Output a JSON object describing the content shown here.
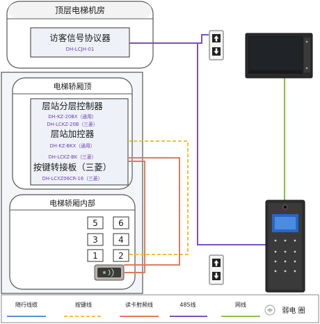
{
  "machine_room": {
    "title": "顶层电梯机房",
    "device_name": "访客信号协议器",
    "device_model": "DH-LCJH-01"
  },
  "car_roof": {
    "title": "电梯轿厢顶",
    "floor_controller": {
      "name": "层站分层控制器",
      "models": [
        "DH-KZ-20BX（通用）",
        "DH-LCKZ-20B（三菱）"
      ]
    },
    "floor_extender": {
      "name": "层站加控器",
      "models": [
        "DH-KZ-BKX（通用）",
        "DH-LCKZ-BK（三菱）"
      ]
    },
    "button_adapter": {
      "name": "按键转接板（三菱）",
      "model": "DH-LCXZ06CR-16（三菱）"
    }
  },
  "car_inside": {
    "title": "电梯轿厢内部",
    "buttons": [
      "5",
      "6",
      "3",
      "4",
      "1",
      "2"
    ]
  },
  "legend": [
    {
      "label": "随行线缆",
      "color": "#5b8ed6",
      "dashed": false
    },
    {
      "label": "按键线",
      "color": "#f2c12e",
      "dashed": true
    },
    {
      "label": "读卡射频线",
      "color": "#e07a5f",
      "dashed": false
    },
    {
      "label": "485线",
      "color": "#7a4fc0",
      "dashed": false
    },
    {
      "label": "网线",
      "color": "#8bc34a",
      "dashed": false
    }
  ],
  "watermark": "弱电 圈",
  "colors": {
    "panel_border": "#555555",
    "inner_panel_bg": "#eef2f8",
    "model_text": "#6d3fb5"
  }
}
